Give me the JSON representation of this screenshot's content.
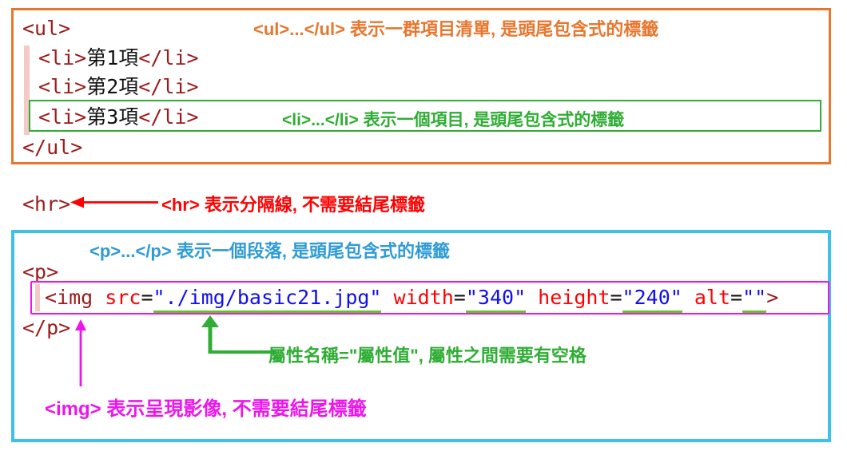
{
  "colors": {
    "orange": "#E8772E",
    "cyan": "#3EC1E8",
    "blue": "#2E9BD6",
    "red": "#FE0000",
    "green": "#2FAD34",
    "green_bright": "#5BC81E",
    "magenta": "#EE14EE",
    "pink_bar": "#F5C9C6",
    "code_tag": "#9C1A1A",
    "code_attr": "#FF0000",
    "code_val": "#0F0FEF",
    "code_text": "#111111"
  },
  "ul_section": {
    "ul_open": "<ul>",
    "ul_close": "</ul>",
    "items": [
      {
        "open": "<li>",
        "text": "第1項",
        "close": "</li>"
      },
      {
        "open": "<li>",
        "text": "第2項",
        "close": "</li>"
      },
      {
        "open": "<li>",
        "text": "第3項",
        "close": "</li>"
      }
    ],
    "ul_annotation": "<ul>...</ul> 表示一群項目清單, 是頭尾包含式的標籤",
    "li_annotation": "<li>...</li> 表示一個項目, 是頭尾包含式的標籤"
  },
  "hr_section": {
    "code": "<hr>",
    "annotation": "<hr> 表示分隔線, 不需要結尾標籤"
  },
  "p_section": {
    "p_annotation": "<p>...</p> 表示一個段落, 是頭尾包含式的標籤",
    "p_open": "<p>",
    "p_close": "</p>",
    "img": {
      "open": "<img",
      "close": ">",
      "attrs": [
        {
          "name": " src",
          "eq": "=",
          "value": "\"./img/basic21.jpg\""
        },
        {
          "name": " width",
          "eq": "=",
          "value": "\"340\""
        },
        {
          "name": " height",
          "eq": "=",
          "value": "\"240\""
        },
        {
          "name": " alt",
          "eq": "=",
          "value": "\"\""
        }
      ]
    },
    "attr_annotation": "屬性名稱=\"屬性值\", 屬性之間需要有空格",
    "img_annotation": "<img> 表示呈現影像, 不需要結尾標籤"
  }
}
